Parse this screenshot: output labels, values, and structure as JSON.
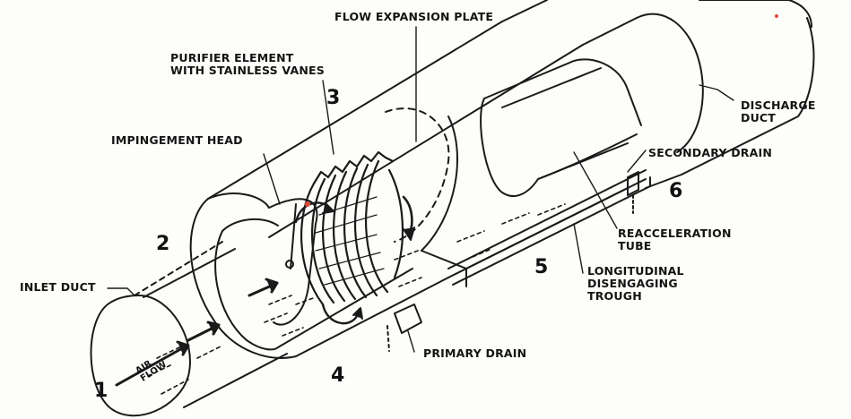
{
  "colors": {
    "ink": "#141414",
    "paper": "#fdfdfa",
    "accent_red": "#e04a3a"
  },
  "labels": {
    "flow_expansion_plate": "FLOW EXPANSION PLATE",
    "purifier_element": [
      "PURIFIER ELEMENT",
      "WITH STAINLESS VANES"
    ],
    "impingement_head": "IMPINGEMENT HEAD",
    "inlet_duct": "INLET DUCT",
    "discharge_duct": [
      "DISCHARGE",
      "DUCT"
    ],
    "secondary_drain": "SECONDARY DRAIN",
    "reacceleration_tube": [
      "REACCELERATION",
      "TUBE"
    ],
    "longitudinal_trough": [
      "LONGITUDINAL",
      "DISENGAGING",
      "TROUGH"
    ],
    "primary_drain": "PRIMARY DRAIN",
    "air_flow": [
      "AIR",
      "FLOW"
    ]
  },
  "stage_numbers": {
    "n1": "1",
    "n2": "2",
    "n3": "3",
    "n4": "4",
    "n5": "5",
    "n6": "6"
  }
}
